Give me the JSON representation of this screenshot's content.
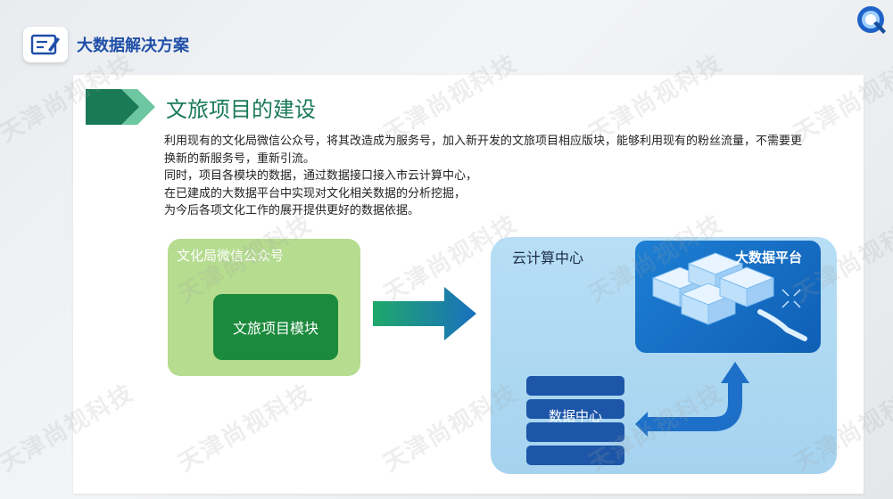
{
  "header": {
    "title": "大数据解决方案"
  },
  "section": {
    "title": "文旅项目的建设"
  },
  "description": [
    "利用现有的文化局微信公众号，将其改造成为服务号，加入新开发的文旅项目相应版块，能够利用现有的粉丝流量，不需要更换新的新服务号，重新引流。",
    "同时，项目各模块的数据，通过数据接口接入市云计算中心，",
    "在已建成的大数据平台中实现对文化相关数据的分析挖掘，",
    "为今后各项文化工作的展开提供更好的数据依据。"
  ],
  "diagram": {
    "wechat_box": {
      "label": "文化局微信公众号",
      "module_label": "文旅项目模块"
    },
    "cloud_box": {
      "label": "云计算中心",
      "bigdata_label": "大数据平台",
      "datacenter_label": "数据中心"
    }
  },
  "watermark": "天津尚视科技",
  "colors": {
    "accent_green": "#1a7a57",
    "header_blue": "#1f4fa8",
    "light_green": "#b5dc8f",
    "dark_green": "#1b8a3c",
    "cloud_blue": "#b7def5",
    "platform_blue": "#1e7fd3",
    "rack_blue": "#1d56a8"
  },
  "icons": {
    "title_icon": "document-pen-icon",
    "logo": "company-logo-icon"
  }
}
